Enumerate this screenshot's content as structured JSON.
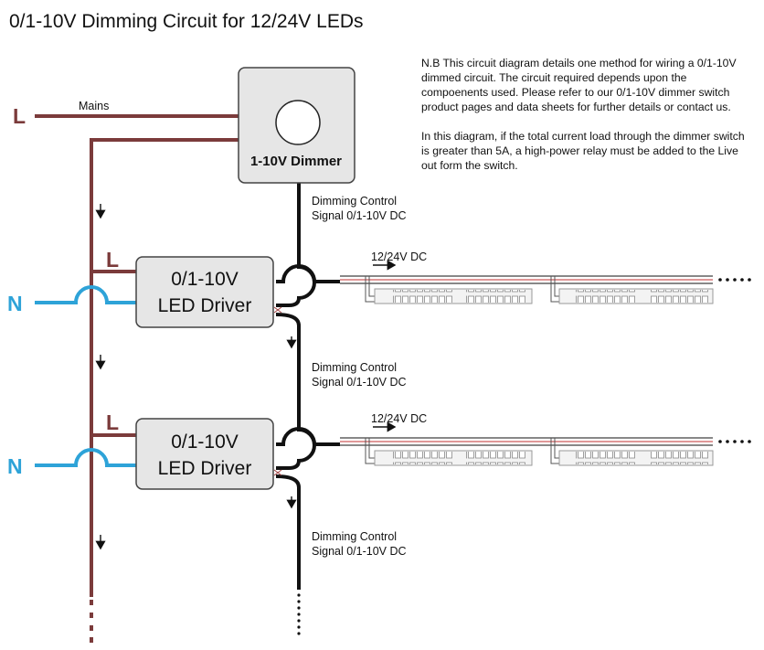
{
  "title": "0/1-10V Dimming Circuit for 12/24V LEDs",
  "note": {
    "paragraph1": "N.B This circuit diagram details one method for wiring a 0/1-10V dimmed circuit. The circuit required depends upon the compoenents used. Please refer to our 0/1-10V dimmer switch product pages and data sheets for further details or contact us.",
    "paragraph2": "In this diagram, if the total current load through the dimmer switch is greater than 5A, a high-power relay must be added to the Live out form the switch."
  },
  "mains_label": "Mains",
  "live_letter": "L",
  "neutral_letter": "N",
  "dimmer_label": "1-10V Dimmer",
  "driver_label_line1": "0/1-10V",
  "driver_label_line2": "LED Driver",
  "dimming_line1": "Dimming Control",
  "dimming_line2": "Signal 0/1-10V DC",
  "dc_label": "12/24V DC",
  "colors": {
    "live": "#7b3b3b",
    "neutral": "#2ea3d8",
    "signal": "#111111",
    "device_fill": "#e6e6e6",
    "device_stroke": "#444444"
  }
}
